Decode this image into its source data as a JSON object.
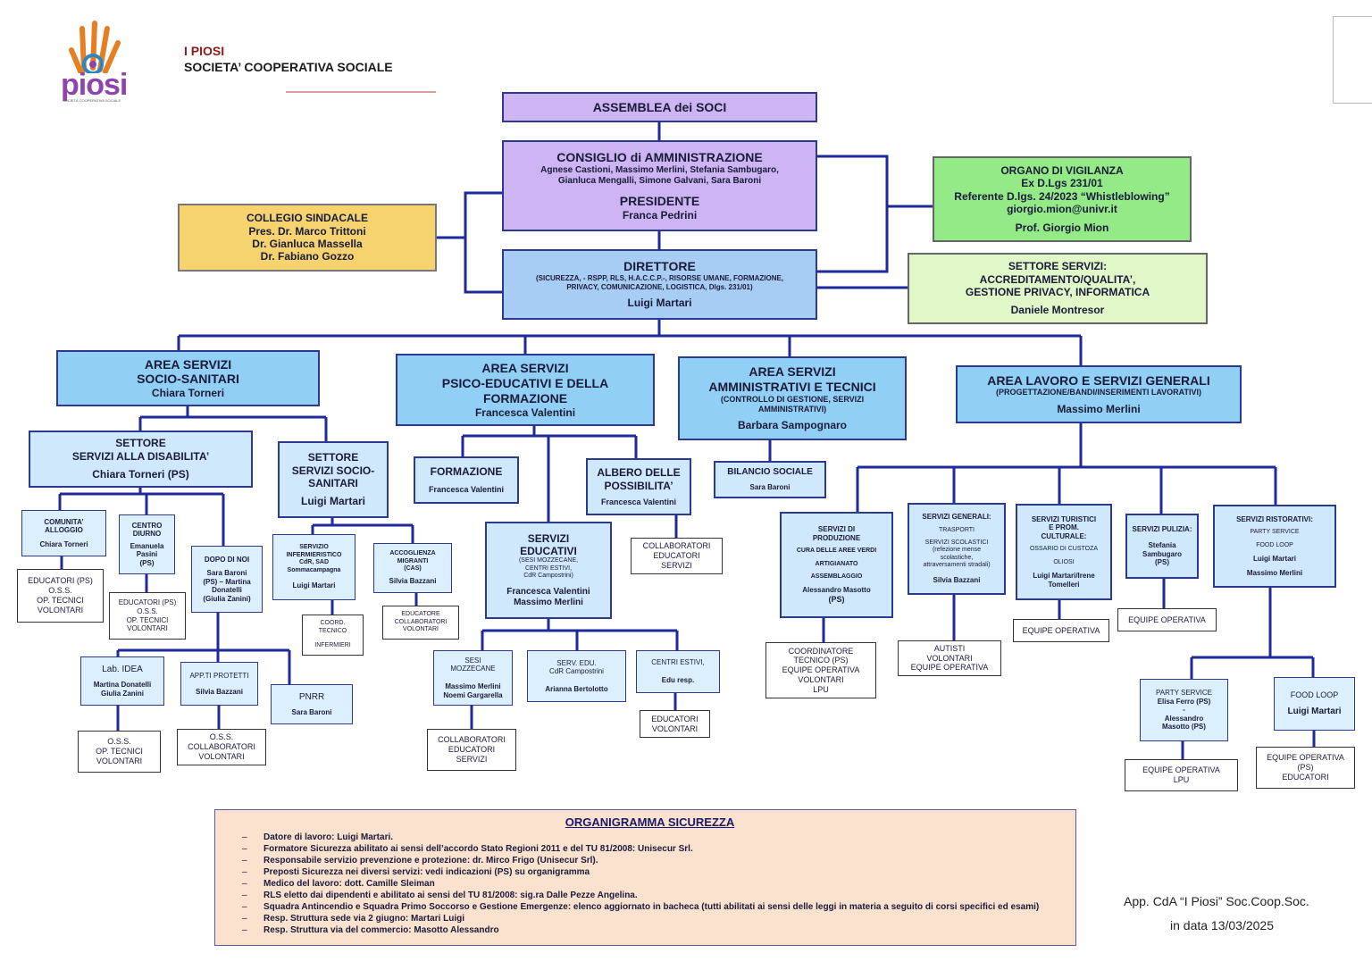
{
  "header": {
    "org": "I PIOSI",
    "subtitle": "SOCIETA’ COOPERATIVA SOCIALE",
    "logo_text": "piosi",
    "logo_caption": "SOCIETÀ COOPERATIVA SOCIALE"
  },
  "assemblea": {
    "title": "ASSEMBLEA dei SOCI"
  },
  "cda": {
    "title": "CONSIGLIO di AMMINISTRAZIONE",
    "members1": "Agnese Castioni, Massimo Merlini, Stefania Sambugaro,",
    "members2": "Gianluca Mengalli, Simone Galvani, Sara Baroni",
    "pres_title": "PRESIDENTE",
    "pres_name": "Franca Pedrini"
  },
  "vigilanza": {
    "l1": "ORGANO DI VIGILANZA",
    "l2": "Ex D.Lgs 231/01",
    "l3": "Referente D.lgs. 24/2023 “Whistleblowing”",
    "l4": "giorgio.mion@univr.it",
    "l5": "Prof. Giorgio Mion"
  },
  "collegio": {
    "l1": "COLLEGIO SINDACALE",
    "l2": "Pres. Dr. Marco Trittoni",
    "l3": "Dr. Gianluca Massella",
    "l4": "Dr. Fabiano Gozzo"
  },
  "direttore": {
    "title": "DIRETTORE",
    "d1": "(SICUREZZA, - RSPP, RLS, H.A.C.C.P.-, RISORSE UMANE, FORMAZIONE,",
    "d2": "PRIVACY, COMUNICAZIONE, LOGISTICA, Dlgs. 231/01)",
    "name": "Luigi Martari"
  },
  "settore_servizi": {
    "l1": "SETTORE SERVIZI:",
    "l2": "ACCREDITAMENTO/QUALITA’,",
    "l3": "GESTIONE PRIVACY, INFORMATICA",
    "l4": "Daniele Montresor"
  },
  "area1": {
    "l1": "AREA SERVIZI",
    "l2": "SOCIO-SANITARI",
    "l3": "Chiara Torneri"
  },
  "area2": {
    "l1": "AREA SERVIZI",
    "l2": "PSICO-EDUCATIVI E DELLA",
    "l3": "FORMAZIONE",
    "l4": "Francesca Valentini"
  },
  "area3": {
    "l1": "AREA SERVIZI",
    "l2": "AMMINISTRATIVI E TECNICI",
    "l3": "(CONTROLLO DI GESTIONE, SERVIZI",
    "l4": "AMMINISTRATIVI)",
    "l5": "Barbara Sampognaro"
  },
  "area4": {
    "l1": "AREA LAVORO E SERVIZI GENERALI",
    "l2": "(PROGETTAZIONE/BANDI/INSERIMENTI LAVORATIVI)",
    "l3": "Massimo Merlini"
  },
  "disab": {
    "l1": "SETTORE",
    "l2": "SERVIZI ALLA DISABILITA’",
    "l3": "Chiara Torneri (PS)"
  },
  "sociosan": {
    "l1": "SETTORE",
    "l2": "SERVIZI SOCIO-",
    "l3": "SANITARI",
    "l4": "Luigi Martari"
  },
  "comunita": {
    "l1": "COMUNITA’",
    "l2": "ALLOGGIO",
    "l3": "Chiara Torneri"
  },
  "centro_diurno": {
    "l1": "CENTRO",
    "l2": "DIURNO",
    "l3": "Emanuela",
    "l4": "Pasini",
    "l5": "(PS)"
  },
  "dopo_di_noi": {
    "l1": "DOPO DI NOI",
    "l2": "Sara Baroni",
    "l3": "(PS) – Martina",
    "l4": "Donatelli",
    "l5": "(Giulia Zanini)"
  },
  "staff_com": {
    "l1": "EDUCATORI (PS)",
    "l2": "O.S.S.",
    "l3": "OP. TECNICI",
    "l4": "VOLONTARI"
  },
  "staff_cd": {
    "l1": "EDUCATORI (PS)",
    "l2": "O.S.S.",
    "l3": "OP. TECNICI",
    "l4": "VOLONTARI"
  },
  "lab_idea": {
    "l1": "Lab. IDEA",
    "l2": "Martina Donatelli",
    "l3": "Giulia Zanini"
  },
  "appti": {
    "l1": "APP.TI PROTETTI",
    "l2": "Silvia Bazzani"
  },
  "pnrr": {
    "l1": "PNRR",
    "l2": "Sara Baroni"
  },
  "staff_lab": {
    "l1": "O.S.S.",
    "l2": "OP. TECNICI",
    "l3": "VOLONTARI"
  },
  "staff_app": {
    "l1": "O.S.S.",
    "l2": "COLLABORATORI",
    "l3": "VOLONTARI"
  },
  "infermieristico": {
    "l1": "SERVIZIO",
    "l2": "INFERMIERISTICO",
    "l3": "CdR, SAD",
    "l4": "Sommacampagna",
    "l5": "Luigi Martari"
  },
  "accoglienza": {
    "l1": "ACCOGLIENZA",
    "l2": "MIGRANTI",
    "l3": "(CAS)",
    "l4": "Silvia Bazzani"
  },
  "coord_tecnico": {
    "l1": "COORD.",
    "l2": "TECNICO",
    "l3": "INFERMIERI"
  },
  "staff_acc": {
    "l1": "EDUCATORE",
    "l2": "COLLABORATORI",
    "l3": "VOLONTARI"
  },
  "formazione": {
    "l1": "FORMAZIONE",
    "l2": "Francesca Valentini"
  },
  "albero": {
    "l1": "ALBERO DELLE",
    "l2": "POSSIBILITA’",
    "l3": "Francesca Valentini"
  },
  "staff_albero": {
    "l1": "COLLABORATORI",
    "l2": "EDUCATORI",
    "l3": "SERVIZI"
  },
  "educativi": {
    "l1": "SERVIZI",
    "l2": "EDUCATIVI",
    "l3": "(SESI MOZZECANE,",
    "l4": "CENTRI ESTIVI,",
    "l5": "CdR Campostrini)",
    "l6": "Francesca Valentini",
    "l7": "Massimo Merlini"
  },
  "sesi": {
    "l1": "SESI",
    "l2": "MOZZECANE",
    "l3": "Massimo Merlini",
    "l4": "Noemi Gargarella"
  },
  "serv_edu": {
    "l1": "SERV. EDU.",
    "l2": "CdR Campostrini",
    "l3": "Arianna Bertolotto"
  },
  "centri_estivi": {
    "l1": "CENTRI ESTIVI,",
    "l2": "Edu resp."
  },
  "staff_sesi": {
    "l1": "COLLABORATORI",
    "l2": "EDUCATORI",
    "l3": "SERVIZI"
  },
  "staff_ce": {
    "l1": "EDUCATORI",
    "l2": "VOLONTARI"
  },
  "bilancio": {
    "l1": "BILANCIO SOCIALE",
    "l2": "Sara Baroni"
  },
  "produzione": {
    "l1": "SERVIZI DI",
    "l2": "PRODUZIONE",
    "l3": "CURA DELLE AREE VERDI",
    "l4": "ARTIGIANATO",
    "l5": "ASSEMBLAGGIO",
    "l6": "Alessandro Masotto",
    "l7": "(PS)"
  },
  "generali": {
    "l1": "SERVIZI GENERALI:",
    "l2": "TRASPORTI",
    "l3": "SERVIZI SCOLASTICI",
    "l4": "(refezione mense",
    "l5": "scolastiche,",
    "l6": "attraversamenti stradali)",
    "l7": "Silvia Bazzani"
  },
  "turistici": {
    "l1": "SERVIZI TURISTICI",
    "l2": "E PROM.",
    "l3": "CULTURALE:",
    "l4": "OSSARIO DI CUSTOZA",
    "l5": "OLIOSI",
    "l6": "Luigi Martari/Irene",
    "l7": "Tomelleri"
  },
  "pulizia": {
    "l1": "SERVIZI PULIZIA:",
    "l2": "Stefania",
    "l3": "Sambugaro",
    "l4": "(PS)"
  },
  "ristorativi": {
    "l1": "SERVIZI RISTORATIVI:",
    "l2": "PARTY SERVICE",
    "l3": "FOOD LOOP",
    "l4": "Luigi Martari",
    "l5": "Massimo Merlini"
  },
  "staff_prod": {
    "l1": "COORDINATORE",
    "l2": "TECNICO (PS)",
    "l3": "EQUIPE OPERATIVA",
    "l4": "VOLONTARI",
    "l5": "LPU"
  },
  "staff_gen": {
    "l1": "AUTISTI",
    "l2": "VOLONTARI",
    "l3": "EQUIPE OPERATIVA"
  },
  "staff_tur": {
    "l1": "EQUIPE OPERATIVA"
  },
  "staff_pul": {
    "l1": "EQUIPE OPERATIVA"
  },
  "party": {
    "l1": "PARTY SERVICE",
    "l2": "Elisa Ferro (PS)",
    "l3": "-",
    "l4": "Alessandro",
    "l5": "Masotto  (PS)"
  },
  "foodloop": {
    "l1": "FOOD LOOP",
    "l2": "Luigi Martari"
  },
  "staff_party": {
    "l1": "EQUIPE OPERATIVA",
    "l2": "LPU"
  },
  "staff_food": {
    "l1": "EQUIPE OPERATIVA",
    "l2": "(PS)",
    "l3": "EDUCATORI"
  },
  "sicurezza": {
    "title": "ORGANIGRAMMA SICUREZZA",
    "items": [
      "Datore di lavoro: Luigi Martari.",
      "Formatore Sicurezza abilitato ai sensi dell’accordo Stato Regioni 2011 e del TU 81/2008: Unisecur Srl.",
      "Responsabile servizio prevenzione e protezione: dr. Mirco Frigo (Unisecur Srl).",
      "Preposti Sicurezza nei diversi servizi: vedi indicazioni (PS) su organigramma",
      "Medico del lavoro: dott. Camille Sleiman",
      "RLS eletto dai dipendenti e abilitato ai sensi del TU 81/2008: sig.ra Dalle Pezze Angelina.",
      "Squadra Antincendio e Squadra Primo Soccorso e Gestione Emergenze: elenco aggiornato in bacheca (tutti abilitati ai sensi delle leggi in materia a seguito di corsi specifici ed esami)",
      "Resp. Struttura sede via 2 giugno: Martari Luigi",
      "Resp. Struttura via del commercio: Masotto Alessandro"
    ],
    "dash": "–"
  },
  "footer": {
    "l1": "App. CdA “I Piosi” Soc.Coop.Soc.",
    "l2": "in data 13/03/2025"
  }
}
